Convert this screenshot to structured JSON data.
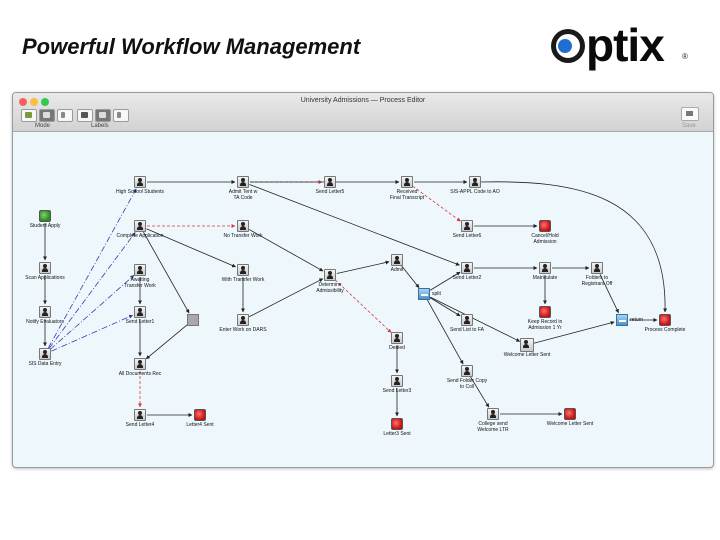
{
  "slide": {
    "title": "Powerful Workflow Management",
    "logo_text": "ptix",
    "logo_mark": "®"
  },
  "window": {
    "title": "University Admissions — Process Editor",
    "mode_label": "Mode",
    "labels_label": "Labels",
    "save_label": "Save"
  },
  "nodes": [
    {
      "id": "student_apply",
      "label": "Student Apply",
      "type": "start"
    },
    {
      "id": "scan_apps",
      "label": "Scan Applications",
      "type": "task"
    },
    {
      "id": "notify_eval",
      "label": "Notify Evaluators",
      "type": "task"
    },
    {
      "id": "sis_entry",
      "label": "SIS Data Entry",
      "type": "task"
    },
    {
      "id": "hs_students",
      "label": "High School Students",
      "type": "task"
    },
    {
      "id": "complete_app",
      "label": "Complete Application",
      "type": "task"
    },
    {
      "id": "awaiting",
      "label": "Awaiting\nTransfer Work",
      "type": "task"
    },
    {
      "id": "send_letter1",
      "label": "Send Letter1",
      "type": "task"
    },
    {
      "id": "all_docs",
      "label": "All Documents Rec",
      "type": "task"
    },
    {
      "id": "send_letter4",
      "label": "Send Letter4",
      "type": "task"
    },
    {
      "id": "letter4_sent",
      "label": "Letter4 Sent",
      "type": "end"
    },
    {
      "id": "gray_box",
      "label": "",
      "type": "gray"
    },
    {
      "id": "admit_tent",
      "label": "Admit Tent w\nTA Code",
      "type": "task"
    },
    {
      "id": "no_transfer",
      "label": "No Transfer Work",
      "type": "task"
    },
    {
      "id": "with_transfer",
      "label": "With Transfer Work",
      "type": "task"
    },
    {
      "id": "enter_dars",
      "label": "Enter Work on DARS",
      "type": "task"
    },
    {
      "id": "send_letter5",
      "label": "Send Letter5",
      "type": "task"
    },
    {
      "id": "determine",
      "label": "Determine\nAdmissibility",
      "type": "task"
    },
    {
      "id": "received_ft",
      "label": "Received\nFinal Transcript",
      "type": "task"
    },
    {
      "id": "sis_appl",
      "label": "SIS-APPL Code to AO",
      "type": "task"
    },
    {
      "id": "send_letter6",
      "label": "Send Letter6",
      "type": "task"
    },
    {
      "id": "cancel_hold",
      "label": "Cancel/Hold\nAdmission",
      "type": "end"
    },
    {
      "id": "admit",
      "label": "Admit",
      "type": "task"
    },
    {
      "id": "split",
      "label": "split",
      "type": "split"
    },
    {
      "id": "send_letter2",
      "label": "Send Letter2",
      "type": "task"
    },
    {
      "id": "matriculate",
      "label": "Matriculate",
      "type": "task"
    },
    {
      "id": "folders_reg",
      "label": "Folders to\nRegistrars Off",
      "type": "task"
    },
    {
      "id": "keep_record",
      "label": "Keep Record in\nAdmission 1 Yr",
      "type": "end"
    },
    {
      "id": "send_list_fa",
      "label": "Send List to FA",
      "type": "task"
    },
    {
      "id": "welcome_sent1",
      "label": "Welcome Letter Sent",
      "type": "task"
    },
    {
      "id": "return",
      "label": "return",
      "type": "split"
    },
    {
      "id": "process_complete",
      "label": "Process Complete",
      "type": "end"
    },
    {
      "id": "denied",
      "label": "Denied",
      "type": "task"
    },
    {
      "id": "send_letter3",
      "label": "Send Letter3",
      "type": "task"
    },
    {
      "id": "letter3_sent",
      "label": "Letter3 Sent",
      "type": "end"
    },
    {
      "id": "send_folder",
      "label": "Send Folder Copy\nto Coll",
      "type": "task"
    },
    {
      "id": "college_send",
      "label": "College send\nWelcome LTR",
      "type": "task"
    },
    {
      "id": "welcome_sent2",
      "label": "Welcome Letter Sent",
      "type": "end"
    }
  ],
  "icons": {
    "mode_buttons": [
      "pencil-icon",
      "select-icon",
      "hand-icon"
    ],
    "label_buttons": [
      "person-icon",
      "box-icon",
      "hand-icon"
    ],
    "save": "tray-icon"
  },
  "colors": {
    "edge": "#222222",
    "dashed_edge": "#d63c3c",
    "dashdot_edge": "#3a3aa8",
    "canvas_bg": "#eef7fc"
  }
}
